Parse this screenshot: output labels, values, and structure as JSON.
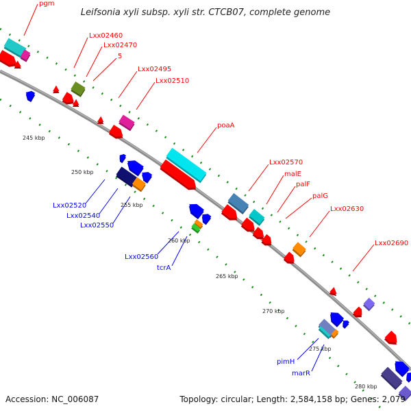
{
  "title": "Leifsonia xyli subsp. xyli str. CTCB07, complete genome",
  "footer": {
    "accession": "Accession: NC_006087",
    "summary": "Topology: circular; Length: 2,584,158 bp; Genes: 2,079"
  },
  "colors": {
    "forward_label": "#ff0000",
    "reverse_label": "#0000ff",
    "backbone": "#8c8c8c",
    "ticks": "#1a8a1a"
  },
  "ruler": [
    "245 kbp",
    "250 kbp",
    "255 kbp",
    "260 kbp",
    "265 kbp",
    "270 kbp",
    "275 kbp",
    "280 kbp"
  ],
  "forward_labels": [
    "pgm",
    "Lxx02460",
    "Lxx02470",
    "5",
    "Lxx02495",
    "Lxx02510",
    "poaA",
    "Lxx02570",
    "malE",
    "palF",
    "palG",
    "Lxx02630",
    "Lxx02690"
  ],
  "reverse_labels": [
    "Lxx02520",
    "Lxx02540",
    "Lxx02550",
    "Lxx02560",
    "tcrA",
    "pimH",
    "marR"
  ]
}
